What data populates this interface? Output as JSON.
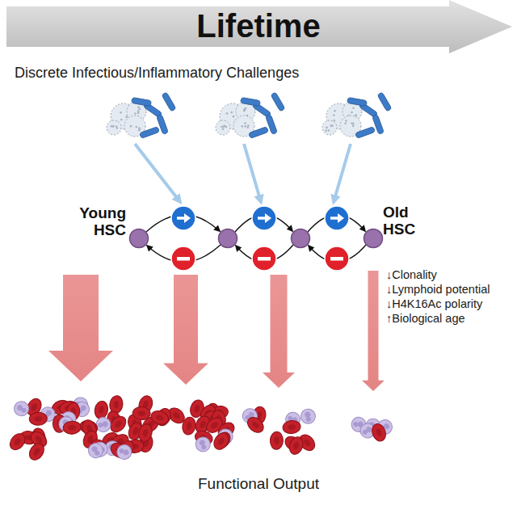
{
  "diagram": {
    "title": "Lifetime",
    "nodes": [
      {
        "text": [
          "Young HSC"
        ]
      },
      {
        "text": [
          "Old HSC"
        ]
      }
    ],
    "labels": [
      "Discrete Infectious/Inflammatory Challenges",
      "↓Clonality",
      "↓Lymphoid potential",
      "↓H4K16Ac polarity",
      "↑Biological age",
      "Functional Output"
    ]
  }
}
